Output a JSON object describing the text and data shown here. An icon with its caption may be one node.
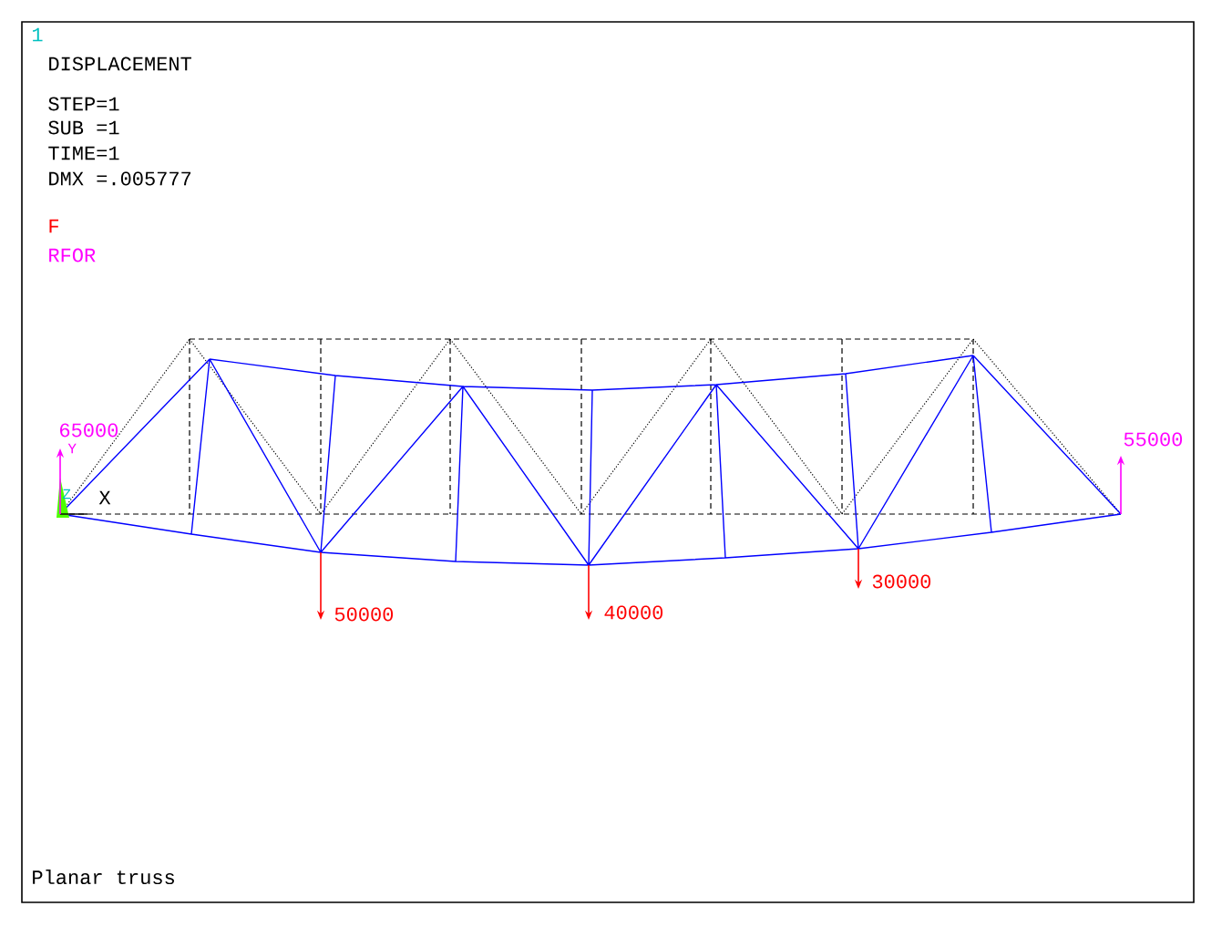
{
  "diagram": {
    "caption": "Planar truss",
    "labels": [
      "1",
      "DISPLACEMENT",
      "STEP=1",
      "SUB =1",
      "TIME=1",
      "DMX =.005777",
      "F",
      "RFOR",
      "65000",
      "Y",
      "Z",
      "X",
      "50000",
      "40000",
      "30000",
      "55000"
    ]
  }
}
